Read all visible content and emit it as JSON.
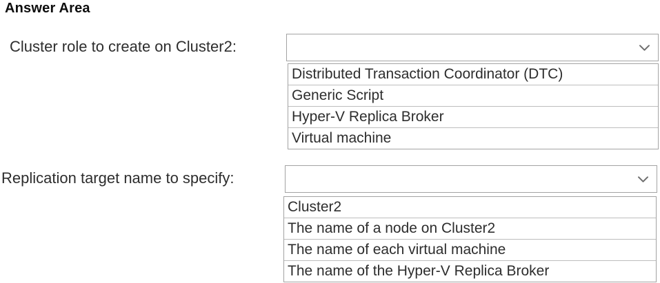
{
  "title": "Answer Area",
  "questions": [
    {
      "label": "Cluster role to create on Cluster2:",
      "dropdown_value": "",
      "options": [
        "Distributed Transaction Coordinator (DTC)",
        "Generic Script",
        "Hyper-V Replica Broker",
        "Virtual machine"
      ]
    },
    {
      "label": "Replication target name to specify:",
      "dropdown_value": "",
      "options": [
        "Cluster2",
        "The name of a node on Cluster2",
        "The name of each virtual machine",
        "The name of the Hyper-V Replica Broker"
      ]
    }
  ],
  "icons": {
    "dropdown_chevron": "chevron-down"
  },
  "colors": {
    "text": "#2d2d2d",
    "title_text": "#0d0d0d",
    "border": "#a3a3a3",
    "separator": "#bdbdbd",
    "chevron": "#6e6e6e",
    "background": "#ffffff"
  }
}
